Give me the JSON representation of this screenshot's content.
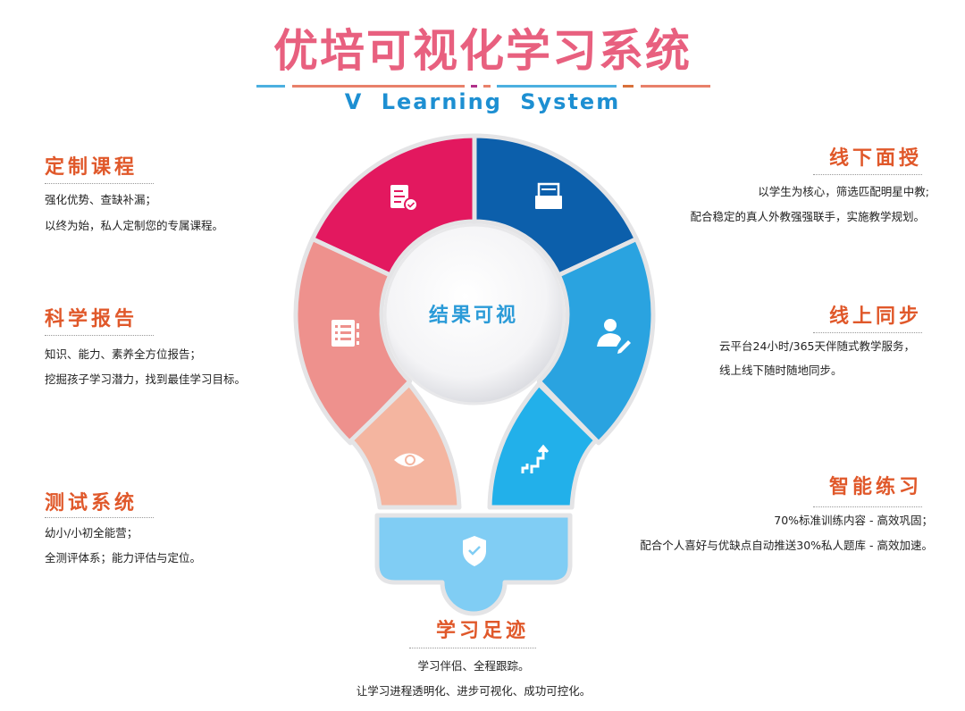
{
  "header": {
    "title": "优培可视化学习系统",
    "subtitle": "V Learning System"
  },
  "center": {
    "label": "结果可视"
  },
  "colors": {
    "title": "#e8607f",
    "subtitle": "#1d8fd2",
    "heading": "#e0582a",
    "custom_course": "#e3185f",
    "offline": "#0c5fab",
    "online": "#2aa3e0",
    "report": "#ee918d",
    "test": "#f4b5a0",
    "practice": "#22b0ea",
    "footprint": "#80cdf4"
  },
  "sections": {
    "custom_course": {
      "title": "定制课程",
      "lines": [
        "强化优势、查缺补漏；",
        "以终为始，私人定制您的专属课程。"
      ],
      "icon": "document-check-icon"
    },
    "report": {
      "title": "科学报告",
      "lines": [
        "知识、能力、素养全方位报告；",
        "挖掘孩子学习潜力，找到最佳学习目标。"
      ],
      "icon": "notebook-list-icon"
    },
    "test": {
      "title": "测试系统",
      "lines": [
        "幼小/小初全能营；",
        "全测评体系；能力评估与定位。"
      ],
      "icon": "eye-icon"
    },
    "offline": {
      "title": "线下面授",
      "lines": [
        "以学生为核心，筛选匹配明星中教;",
        "配合稳定的真人外教强强联手，实施教学规划。"
      ],
      "icon": "tray-icon"
    },
    "online": {
      "title": "线上同步",
      "lines": [
        "云平台24小时/365天伴随式教学服务，",
        "线上线下随时随地同步。"
      ],
      "icon": "user-edit-icon"
    },
    "practice": {
      "title": "智能练习",
      "lines": [
        "70%标准训练内容 - 高效巩固；",
        "配合个人喜好与优缺点自动推送30%私人题库 - 高效加速。"
      ],
      "icon": "stairs-up-icon"
    },
    "footprint": {
      "title": "学习足迹",
      "lines": [
        "学习伴侣、全程跟踪。",
        "让学习进程透明化、进步可视化、成功可控化。"
      ],
      "icon": "shield-check-icon"
    }
  }
}
